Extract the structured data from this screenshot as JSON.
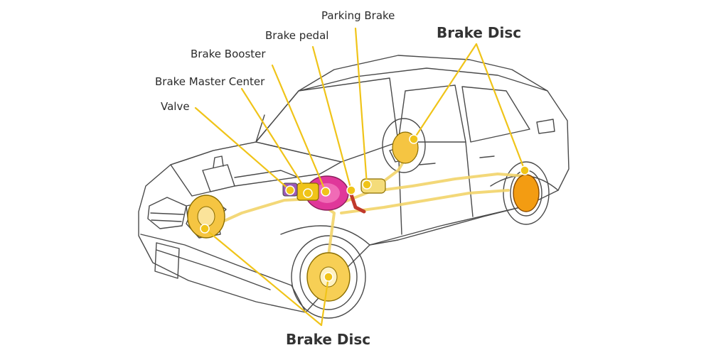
{
  "labels": {
    "parking_brake": "Parking Brake",
    "brake_pedal": "Brake pedal",
    "brake_booster": "Brake Booster",
    "brake_master_center": "Brake Master Center",
    "valve": "Valve",
    "brake_disc_rear": "Brake Disc",
    "brake_disc_front": "Brake Disc"
  },
  "colors": {
    "callout": "#f0c419",
    "brake_booster": "#e0379a",
    "brake_pedal": "#c0392b",
    "car_outline": "#4a4a4a",
    "brake_line": "#f2d46a"
  }
}
